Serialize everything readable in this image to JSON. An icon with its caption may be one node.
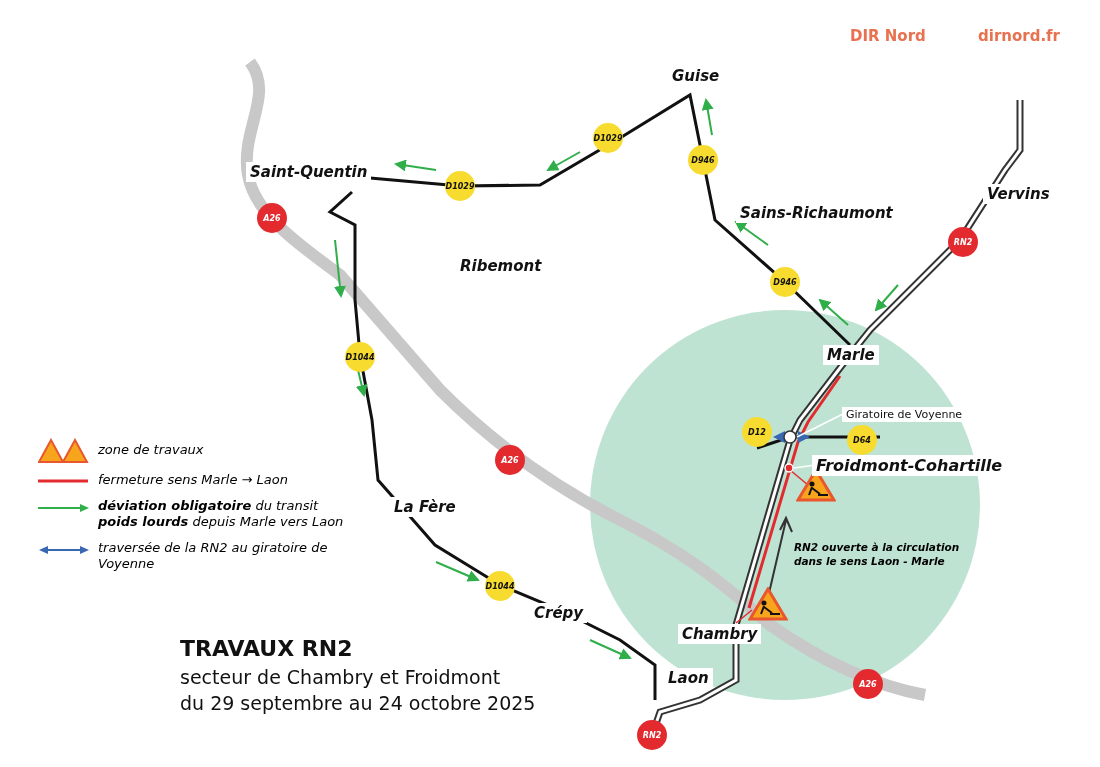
{
  "diagram": {
    "title": "TRAVAUX RN2",
    "nodes": [
      {
        "text": [
          "Giratoire de Voyenne"
        ]
      },
      {
        "text": [],
        "shape": "circle"
      },
      {
        "text": [
          "Froidmont-Cohartille"
        ]
      },
      {
        "text": [],
        "shape": "circle"
      }
    ],
    "edges": [
      {
        "from": 0,
        "to": 1,
        "arrow": "none"
      },
      {
        "from": 2,
        "to": 3,
        "arrow": "none"
      }
    ],
    "labels": [
      "DIR Nord",
      "dirnord.fr",
      "Guise",
      "D1029",
      "D946",
      "Saint-Quentin",
      "D1029",
      "Vervins",
      "A26",
      "Sains-Richaumont",
      "RN2",
      "Ribemont",
      "D946",
      "D1044",
      "Marle",
      "D12",
      "D64",
      "A26",
      "La Fère",
      "RN2 ouverte à la circulation dans le sens Laon - Marle",
      "D1044",
      "Crépy",
      "Chambry",
      "Laon",
      "A26",
      "RN2",
      "secteur de Chambry et Froidmont",
      "du 29 septembre au 24 octobre 2025"
    ],
    "legend": [
      {
        "text": "zone de travaux"
      },
      {
        "text": "fermeture sens Marle → Laon"
      },
      {
        "text": "**déviation obligatoire** du transit **poids lourds** depuis Marle vers Laon"
      },
      {
        "text": "traversée de la RN2 au giratoire de Voyenne"
      }
    ]
  }
}
